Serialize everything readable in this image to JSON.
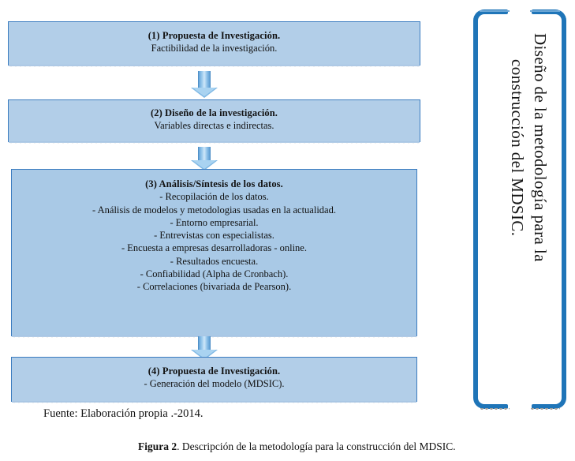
{
  "figure": {
    "caption_bold": "Figura 2",
    "caption_rest": ". Descripción de la metodología para la construcción del MDSIC.",
    "source_note": "Fuente: Elaboración propia .-2014."
  },
  "colors": {
    "box_fill": "#B2CEE8",
    "box_fill_deep": "#A9C9E6",
    "box_border": "#3A7BBF",
    "arrow_fill": "#A9D3F1",
    "bracket": "#1F75B8"
  },
  "flow": {
    "steps": [
      {
        "id": "step-1",
        "title": "(1) Propuesta de Investigación.",
        "lines": [
          "Factibilidad de la investigación."
        ]
      },
      {
        "id": "step-2",
        "title": "(2) Diseño de la investigación.",
        "lines": [
          "Variables directas e indirectas."
        ]
      },
      {
        "id": "step-3",
        "title": "(3) Análisis/Síntesis de los datos.",
        "lines": [
          "- Recopilación de los datos.",
          "- Análisis de modelos y metodologias usadas en la actualidad.",
          "- Entorno empresarial.",
          "- Entrevistas con especialistas.",
          "- Encuesta a empresas desarrolladoras - online.",
          "- Resultados encuesta.",
          "- Confiabilidad (Alpha de Cronbach).",
          "- Correlaciones (bivariada de Pearson)."
        ]
      },
      {
        "id": "step-4",
        "title": "(4) Propuesta de Investigación.",
        "lines": [
          "- Generación del modelo (MDSIC)."
        ]
      }
    ],
    "connectors": [
      {
        "id": "arrow-1-2"
      },
      {
        "id": "arrow-2-3"
      },
      {
        "id": "arrow-3-4"
      }
    ]
  },
  "side_panel": {
    "label_line_1": "Diseño de la metodología para la",
    "label_line_2": "construcción del MDSIC."
  }
}
